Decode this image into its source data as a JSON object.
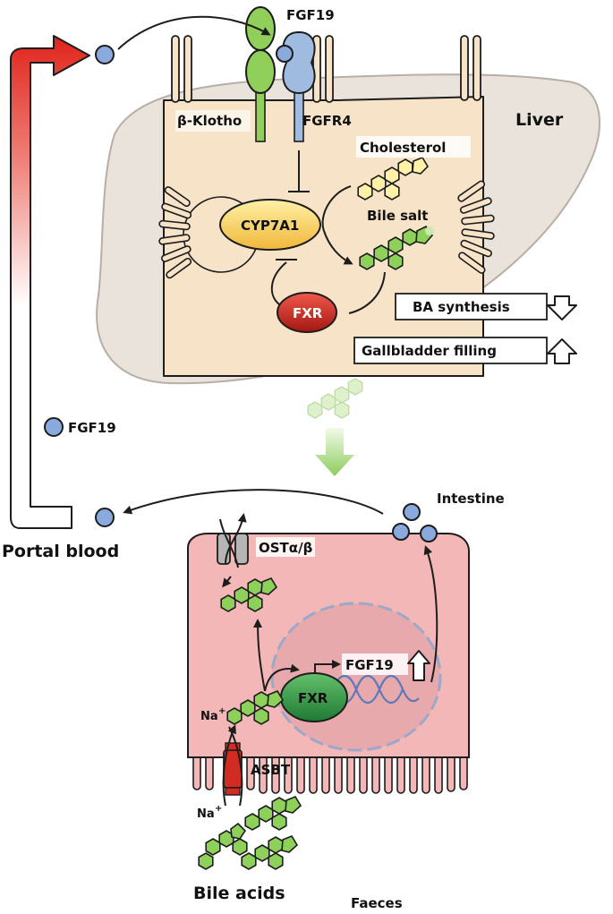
{
  "liver": {
    "title": "Liver",
    "fgf19_top": "FGF19",
    "klotho": "β-Klotho",
    "fgfr4": "FGFR4",
    "cholesterol": "Cholesterol",
    "bile_salt": "Bile salt",
    "cyp7a1": "CYP7A1",
    "fxr": "FXR",
    "ba_synthesis": "BA synthesis",
    "gallbladder": "Gallbladder filling"
  },
  "circulation": {
    "fgf19_mid": "FGF19",
    "portal_blood": "Portal blood"
  },
  "intestine": {
    "title": "Intestine",
    "ost": "OSTα/β",
    "fxr": "FXR",
    "fgf19": "FGF19",
    "na_top": "Na",
    "na_bottom": "Na",
    "plus": "+",
    "asbt": "ASBT",
    "bile_acids": "Bile acids",
    "faeces": "Faeces"
  },
  "colors": {
    "liver_fill": "#f6e3c8",
    "liver_lobe": "#e9e3dc",
    "intestine_fill": "#f3b7b7",
    "nucleus_fill": "#e8a9ad",
    "fxr_liver": "#c9211b",
    "fxr_intestine": "#2f9a48",
    "cyp7a1": "#f3c94a",
    "fgf19_ball": "#8aa9dc",
    "klotho": "#8fcf5a",
    "fgfr4": "#9fbce0",
    "bile_hex": "#8dd05a",
    "cholesterol_hex": "#fff2a8",
    "portal_arrow": "#e0241b"
  }
}
